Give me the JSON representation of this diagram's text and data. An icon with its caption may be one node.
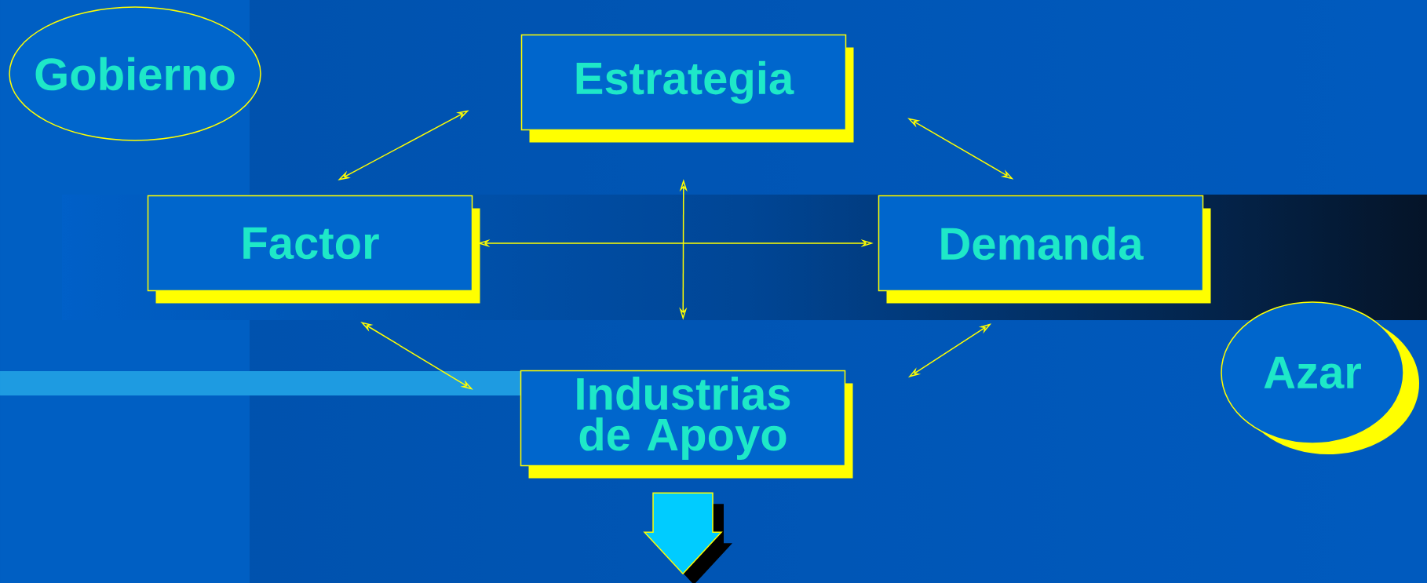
{
  "diagram": {
    "nodes": [
      {
        "text": [
          "Gobierno"
        ]
      },
      {
        "text": [
          "Estrategia"
        ]
      },
      {
        "text": [
          "Factor"
        ]
      },
      {
        "text": [
          "Demanda"
        ]
      },
      {
        "text": [
          "Industrias de Apoyo"
        ]
      },
      {
        "text": [
          "Azar"
        ]
      }
    ],
    "edges": [
      {
        "from": 1,
        "to": 2,
        "arrow": "both"
      },
      {
        "from": 1,
        "to": 3,
        "arrow": "both"
      },
      {
        "from": 2,
        "to": 4,
        "arrow": "both"
      },
      {
        "from": 3,
        "to": 4,
        "arrow": "both"
      },
      {
        "from": 2,
        "to": 3,
        "arrow": "both"
      },
      {
        "from": 1,
        "to": 4,
        "arrow": "both"
      },
      {
        "from": 4,
        "to": null,
        "arrow": "to"
      }
    ]
  }
}
